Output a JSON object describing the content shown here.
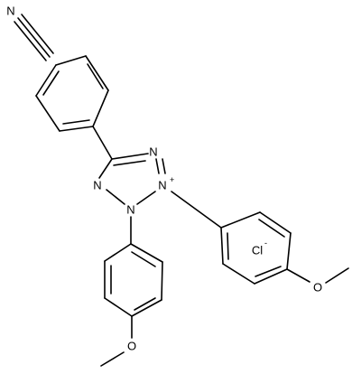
{
  "structure": {
    "atoms": {
      "cyano_n": "N",
      "n_ring_top": "N",
      "n_ring_right": "N",
      "n_ring_right_charge": "+",
      "n_ring_left": "N",
      "n_ring_bottom": "N",
      "o_bottom": "O",
      "o_right": "O",
      "counterion": "Cl",
      "counterion_charge": "-"
    }
  }
}
